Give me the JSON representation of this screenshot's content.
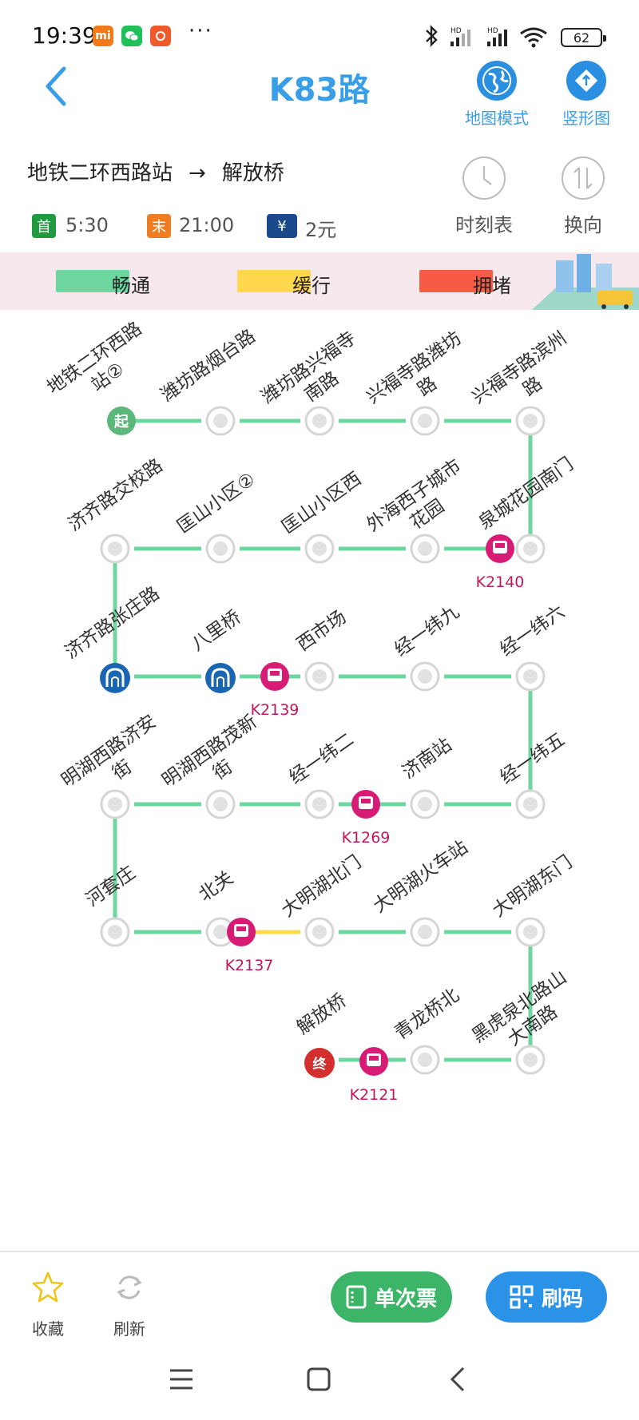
{
  "status_bar": {
    "time": "19:39",
    "battery": "62",
    "icons": [
      "mi-icon",
      "wechat-icon",
      "app-icon",
      "more-icon",
      "bluetooth-icon",
      "signal-icon",
      "wifi-icon",
      "battery-icon"
    ]
  },
  "header": {
    "title": "K83路",
    "map_mode_label": "地图模式",
    "vertical_label": "竖形图"
  },
  "route": {
    "from": "地铁二环西路站",
    "arrow": "→",
    "to": "解放桥",
    "first_badge": "首",
    "first_time": "5:30",
    "last_badge": "末",
    "last_time": "21:00",
    "fare_badge": "¥",
    "fare": "2元",
    "timetable_label": "时刻表",
    "reverse_label": "换向"
  },
  "legend": {
    "smooth": "畅通",
    "slow": "缓行",
    "congested": "拥堵",
    "colors": {
      "smooth": "#6fd6a0",
      "slow": "#ffd84d",
      "congested": "#f65b45"
    }
  },
  "stations": {
    "s01": "地铁二环西路站②",
    "s02": "潍坊路烟台路",
    "s03": "潍坊路兴福寺南路",
    "s04": "兴福寺路潍坊路",
    "s05": "兴福寺路滨州路",
    "s06": "泉城花园南门",
    "s07": "外海西子城市花园",
    "s08": "匡山小区西",
    "s09": "匡山小区②",
    "s10": "济齐路交校路",
    "s11": "济齐路张庄路",
    "s12": "八里桥",
    "s13": "西市场",
    "s14": "经一纬九",
    "s15": "经一纬六",
    "s16": "经一纬五",
    "s17": "济南站",
    "s18": "经一纬二",
    "s19": "明湖西路茂新街",
    "s20": "明湖西路济安街",
    "s21": "河套庄",
    "s22": "北关",
    "s23": "大明湖北门",
    "s24": "大明湖火车站",
    "s25": "大明湖东门",
    "s26": "黑虎泉北路山大南路",
    "s27": "青龙桥北",
    "s28": "解放桥"
  },
  "stop_badges": {
    "start": "起",
    "end": "终"
  },
  "buses": {
    "b1": "K2140",
    "b2": "K2139",
    "b3": "K1269",
    "b4": "K2137",
    "b5": "K2121"
  },
  "bottom": {
    "favorite_label": "收藏",
    "refresh_label": "刷新",
    "ticket_label": "单次票",
    "scan_label": "刷码"
  }
}
